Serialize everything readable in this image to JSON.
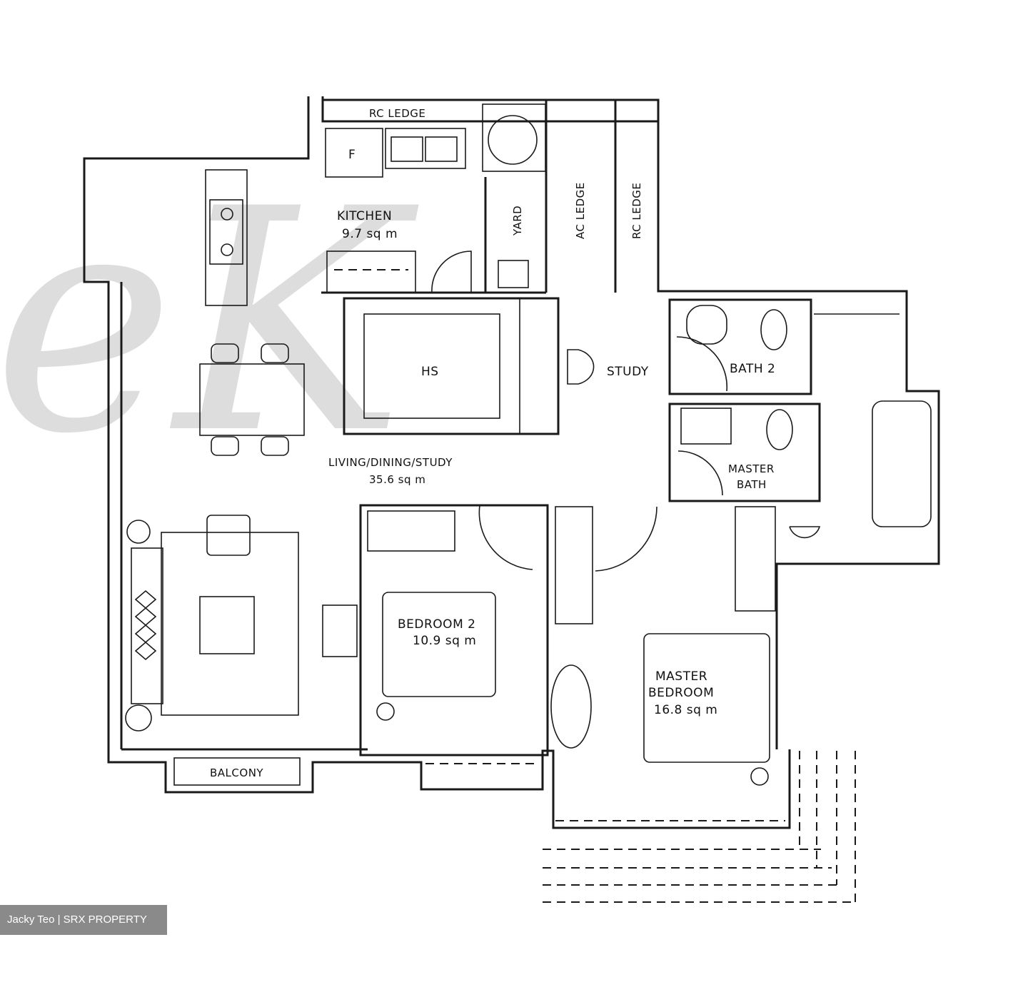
{
  "plan": {
    "labels": {
      "rc_ledge_top": "RC LEDGE",
      "fridge": "F",
      "kitchen": "KITCHEN",
      "kitchen_area": "9.7 sq m",
      "yard": "YARD",
      "ac_ledge": "AC LEDGE",
      "rc_ledge_right": "RC LEDGE",
      "household_shelter": "HS",
      "study": "STUDY",
      "bath_2": "BATH 2",
      "master_bath_line1": "MASTER",
      "master_bath_line2": "BATH",
      "living": "LIVING/DINING/STUDY",
      "living_area": "35.6 sq m",
      "bedroom_2": "BEDROOM  2",
      "bedroom_2_area": "10.9 sq m",
      "master_bedroom_line1": "MASTER",
      "master_bedroom_line2": "BEDROOM",
      "master_bedroom_area": "16.8 sq m",
      "balcony": "BALCONY"
    },
    "watermark": "eK",
    "credit": "Jacky Teo | SRX PROPERTY"
  },
  "colors": {
    "line": "#1a1a1a",
    "watermark": "#c8c8c8",
    "credit_bg": "#8a8a8a"
  }
}
